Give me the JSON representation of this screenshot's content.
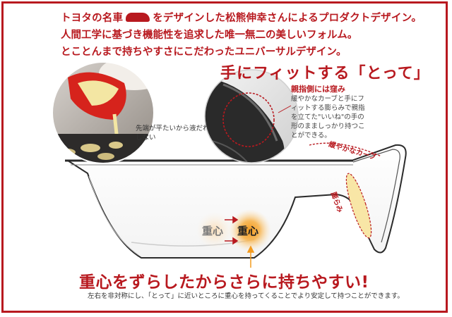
{
  "header": {
    "line1_a": "トヨタの名車",
    "car_icon": "red-car-icon",
    "line1_b": "をデザインした松熊伸幸さんによるプロダクトデザイン。",
    "line2": "人間工学に基づき機能性を追求した唯一無二の美しいフォルム。",
    "line3": "とことんまで持ちやすさにこだわったユニバーサルデザイン。"
  },
  "handle": {
    "title": "手にフィットする「とって」",
    "thumb_title": "親指側には窪み",
    "description": "緩やかなカーブと手にフィットする膨らみで親指を立てた\"いいね\"の手の形のまましっかり持つことができる。",
    "curve_label": "緩やかなカーブ",
    "bulge_label": "膨らみ"
  },
  "photo": {
    "caption": "先端が平たいから液だれしない"
  },
  "center_of_gravity": {
    "old_label": "重心",
    "new_label": "重心"
  },
  "footer": {
    "headline": "重心をずらしたからさらに持ちやすい!",
    "note": "左右を非対称にし、「とって」に近いところに重心を持ってくることでより安定して持つことができます。"
  },
  "colors": {
    "accent": "#b8191f",
    "glow": "#f5a623"
  }
}
